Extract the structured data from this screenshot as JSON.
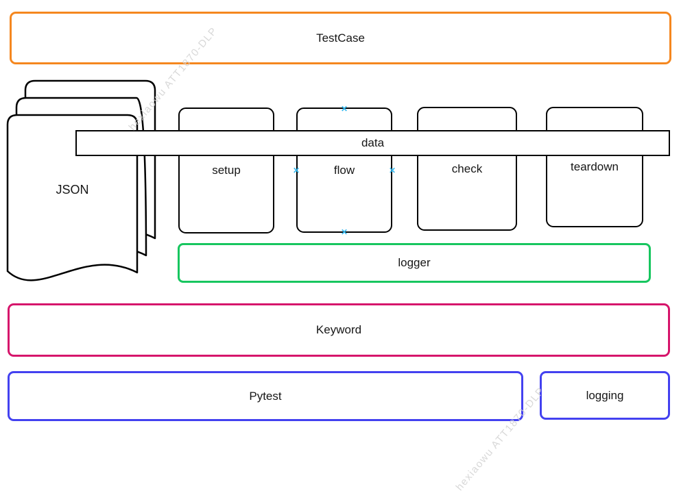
{
  "diagram": {
    "testcase": {
      "label": "TestCase"
    },
    "json_store": {
      "label": "JSON"
    },
    "steps": [
      {
        "id": "setup",
        "label": "setup"
      },
      {
        "id": "flow",
        "label": "flow"
      },
      {
        "id": "check",
        "label": "check"
      },
      {
        "id": "teardown",
        "label": "teardown"
      }
    ],
    "data_bar": {
      "label": "data"
    },
    "logger": {
      "label": "logger"
    },
    "keyword": {
      "label": "Keyword"
    },
    "pytest": {
      "label": "Pytest"
    },
    "logging": {
      "label": "logging"
    },
    "connection_handle_glyph": "✕",
    "watermark": {
      "text": "hexiaowu    ATT1870-DLP"
    },
    "colors": {
      "testcase_border": "#f5871f",
      "logger_border": "#17c65f",
      "keyword_border": "#d6156b",
      "pytest_border": "#4341f0",
      "logging_border": "#4341f0",
      "shape_stroke": "#000000",
      "connection_handle": "#33b9f0",
      "watermark_gray": "#d2d2d2"
    }
  }
}
